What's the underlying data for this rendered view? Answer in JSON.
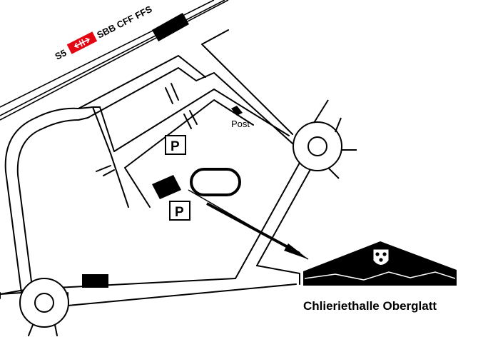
{
  "rail": {
    "line_label": "S5",
    "operator_label": "SBB CFF FFS",
    "logo_color": "#e30613"
  },
  "post": {
    "label": "Post"
  },
  "parking": [
    {
      "label": "P"
    },
    {
      "label": "P"
    }
  ],
  "venue": {
    "name": "Chlieriethalle Oberglatt",
    "logo_icon": "crest-icon"
  },
  "colors": {
    "ink": "#000000",
    "paper": "#ffffff",
    "sbb_red": "#e30613"
  }
}
